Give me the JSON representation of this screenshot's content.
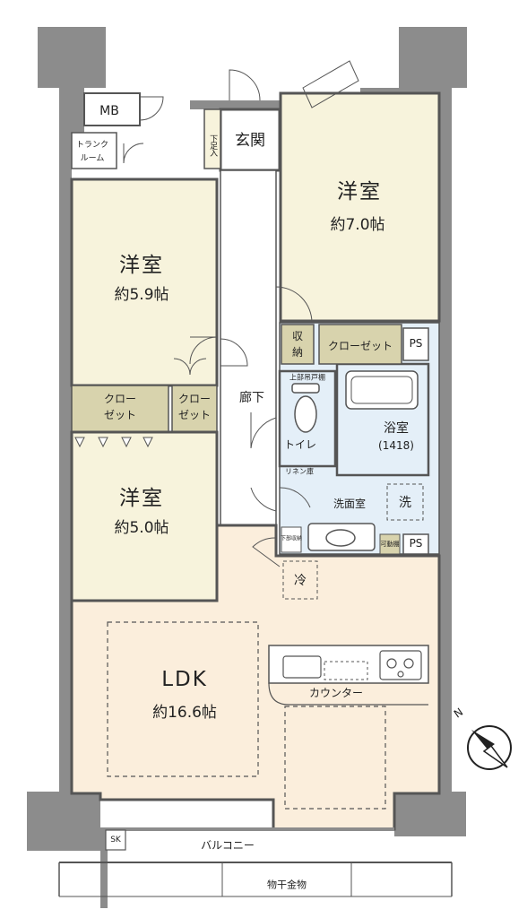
{
  "rooms": {
    "western_7": {
      "name": "洋室",
      "size": "約7.0帖"
    },
    "western_59": {
      "name": "洋室",
      "size": "約5.9帖"
    },
    "western_50": {
      "name": "洋室",
      "size": "約5.0帖"
    },
    "ldk": {
      "name": "LDK",
      "size": "約16.6帖"
    }
  },
  "labels": {
    "genkan": "玄関",
    "getabako": "下足入",
    "mb": "MB",
    "trunk1": "トランク",
    "trunk2": "ルーム",
    "hallway": "廊下",
    "storage1": "収",
    "storage2": "納",
    "closet_top": "クローゼット",
    "ps_top": "PS",
    "ps_bottom": "PS",
    "upper_cabinet": "上部吊戸棚",
    "toilet": "トイレ",
    "bath": "浴室",
    "bath_size": "(1418)",
    "linen": "リネン庫",
    "washroom": "洗面室",
    "washer": "洗",
    "fridge": "冷",
    "movable_shelf": "可動棚",
    "shoe_storage": "下部収納",
    "closet_left1_a": "クロー",
    "closet_left1_b": "ゼット",
    "closet_left2_a": "クロー",
    "closet_left2_b": "ゼット",
    "counter": "カウンター",
    "balcony": "バルコニー",
    "sk": "SK",
    "drying": "物干金物",
    "north": "N"
  },
  "colors": {
    "wall": "#8c8c8c",
    "western": "#f7f3dc",
    "ldk": "#fbeedc",
    "wet": "#e4eff8",
    "closet": "#d8d3ad",
    "wall_dark": "#7b7b7b"
  }
}
